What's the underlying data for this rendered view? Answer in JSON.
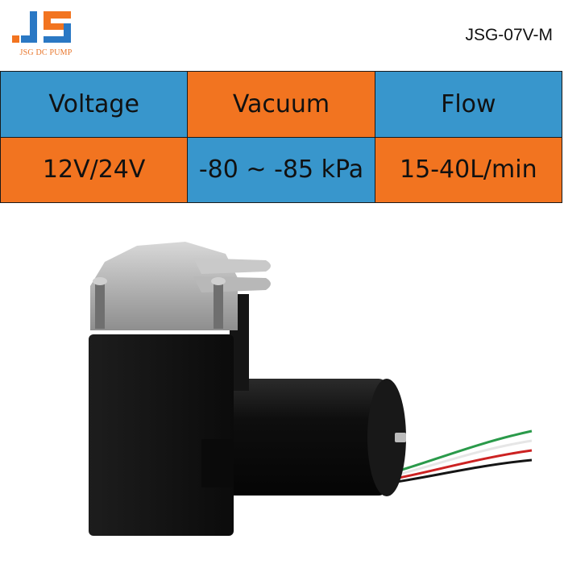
{
  "brand": {
    "logo_text": "JSG DC PUMP"
  },
  "model": "JSG-07V-M",
  "colors": {
    "blue": "#3896cc",
    "orange": "#f27420",
    "logo_blue": "#2a78c4",
    "logo_orange": "#f27420"
  },
  "table": {
    "headers": [
      "Voltage",
      "Vacuum",
      "Flow"
    ],
    "values": [
      "12V/24V",
      "-80 ~ -85 kPa",
      "15-40L/min"
    ]
  }
}
